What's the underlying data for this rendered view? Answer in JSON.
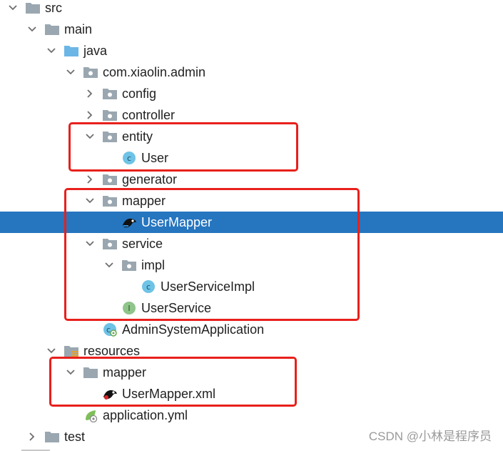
{
  "tree": {
    "nodes": [
      {
        "label": "src",
        "depth": 0,
        "expanded": true,
        "icon": "folder-gray-icon",
        "selected": false
      },
      {
        "label": "main",
        "depth": 1,
        "expanded": true,
        "icon": "folder-gray-icon",
        "selected": false
      },
      {
        "label": "java",
        "depth": 2,
        "expanded": true,
        "icon": "folder-blue-icon",
        "selected": false
      },
      {
        "label": "com.xiaolin.admin",
        "depth": 3,
        "expanded": true,
        "icon": "package-icon",
        "selected": false
      },
      {
        "label": "config",
        "depth": 4,
        "expanded": false,
        "icon": "package-icon",
        "selected": false
      },
      {
        "label": "controller",
        "depth": 4,
        "expanded": false,
        "icon": "package-icon",
        "selected": false
      },
      {
        "label": "entity",
        "depth": 4,
        "expanded": true,
        "icon": "package-icon",
        "selected": false
      },
      {
        "label": "User",
        "depth": 5,
        "expanded": null,
        "icon": "class-icon",
        "selected": false
      },
      {
        "label": "generator",
        "depth": 4,
        "expanded": false,
        "icon": "package-icon",
        "selected": false
      },
      {
        "label": "mapper",
        "depth": 4,
        "expanded": true,
        "icon": "package-icon",
        "selected": false
      },
      {
        "label": "UserMapper",
        "depth": 5,
        "expanded": null,
        "icon": "mybatis-bird-icon",
        "selected": true
      },
      {
        "label": "service",
        "depth": 4,
        "expanded": true,
        "icon": "package-icon",
        "selected": false
      },
      {
        "label": "impl",
        "depth": 5,
        "expanded": true,
        "icon": "package-icon",
        "selected": false
      },
      {
        "label": "UserServiceImpl",
        "depth": 6,
        "expanded": null,
        "icon": "class-icon",
        "selected": false
      },
      {
        "label": "UserService",
        "depth": 5,
        "expanded": null,
        "icon": "interface-icon",
        "selected": false
      },
      {
        "label": "AdminSystemApplication",
        "depth": 4,
        "expanded": null,
        "icon": "spring-boot-class-icon",
        "selected": false
      },
      {
        "label": "resources",
        "depth": 2,
        "expanded": true,
        "icon": "resources-folder-icon",
        "selected": false
      },
      {
        "label": "mapper",
        "depth": 3,
        "expanded": true,
        "icon": "folder-gray-icon",
        "selected": false
      },
      {
        "label": "UserMapper.xml",
        "depth": 4,
        "expanded": null,
        "icon": "mybatis-xml-icon",
        "selected": false
      },
      {
        "label": "application.yml",
        "depth": 3,
        "expanded": null,
        "icon": "spring-yml-icon",
        "selected": false
      },
      {
        "label": "test",
        "depth": 1,
        "expanded": false,
        "icon": "folder-gray-icon",
        "selected": false
      }
    ]
  },
  "watermark": "CSDN @小林是程序员",
  "colors": {
    "selection": "#2675bf",
    "highlight_border": "#e8201c",
    "class_icon": "#6ec3e6",
    "interface_icon": "#8fc48a",
    "folder": "#9aa7b0",
    "source_folder": "#6cb6e6"
  }
}
